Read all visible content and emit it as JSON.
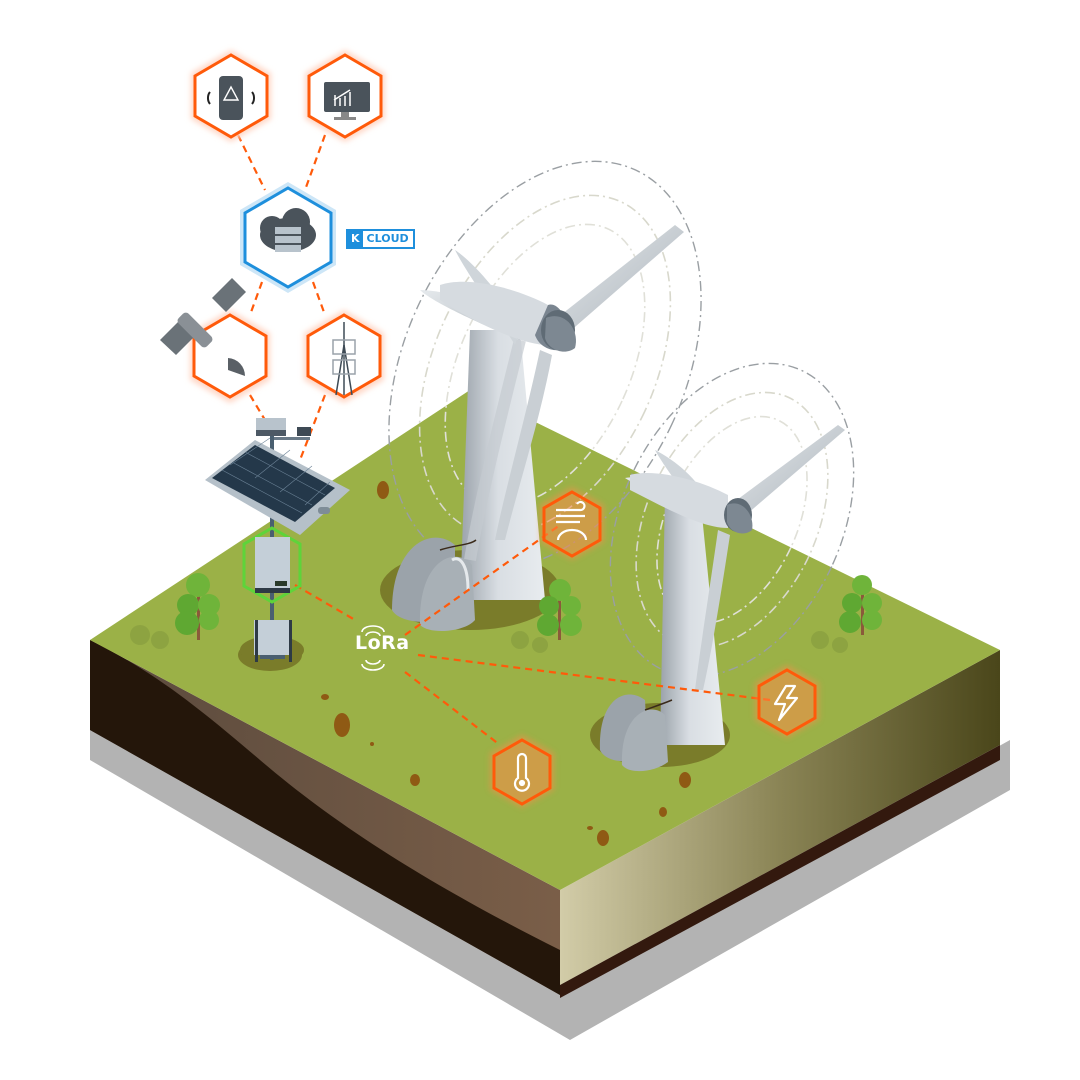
{
  "scene": {
    "title": "LoRa IoT wind farm monitoring isometric illustration",
    "colors": {
      "grass": "#9bb147",
      "grass_shadow": "#7a7c2a",
      "soil_dark": "#24160a",
      "soil_mid": "#6a5444",
      "side_light": "#cfc9a4",
      "side_dark": "#4f4b1e",
      "base_shadow": "#b3b3b3",
      "orange_accent": "#ff5a0a",
      "blue_accent": "#1e8fdc",
      "green_accent": "#5ed43a",
      "turbine_white": "#d8dde2",
      "turbine_dark": "#5f6b75"
    }
  },
  "cloud": {
    "badge_k": "K",
    "badge_label": "CLOUD",
    "icon": "cloud-server-icon"
  },
  "network_nodes": [
    {
      "id": "mobile-alert",
      "icon": "phone-alert-icon"
    },
    {
      "id": "dashboard",
      "icon": "monitor-chart-icon"
    },
    {
      "id": "satellite",
      "icon": "satellite-dish-icon"
    },
    {
      "id": "cell-tower",
      "icon": "cell-tower-icon"
    }
  ],
  "gateway": {
    "label": "LoRa",
    "device": "solar-powered-gateway"
  },
  "sensors": [
    {
      "id": "wind",
      "icon": "wind-speed-gauge-icon"
    },
    {
      "id": "power",
      "icon": "lightning-bolt-icon"
    },
    {
      "id": "temperature",
      "icon": "thermometer-icon"
    }
  ]
}
